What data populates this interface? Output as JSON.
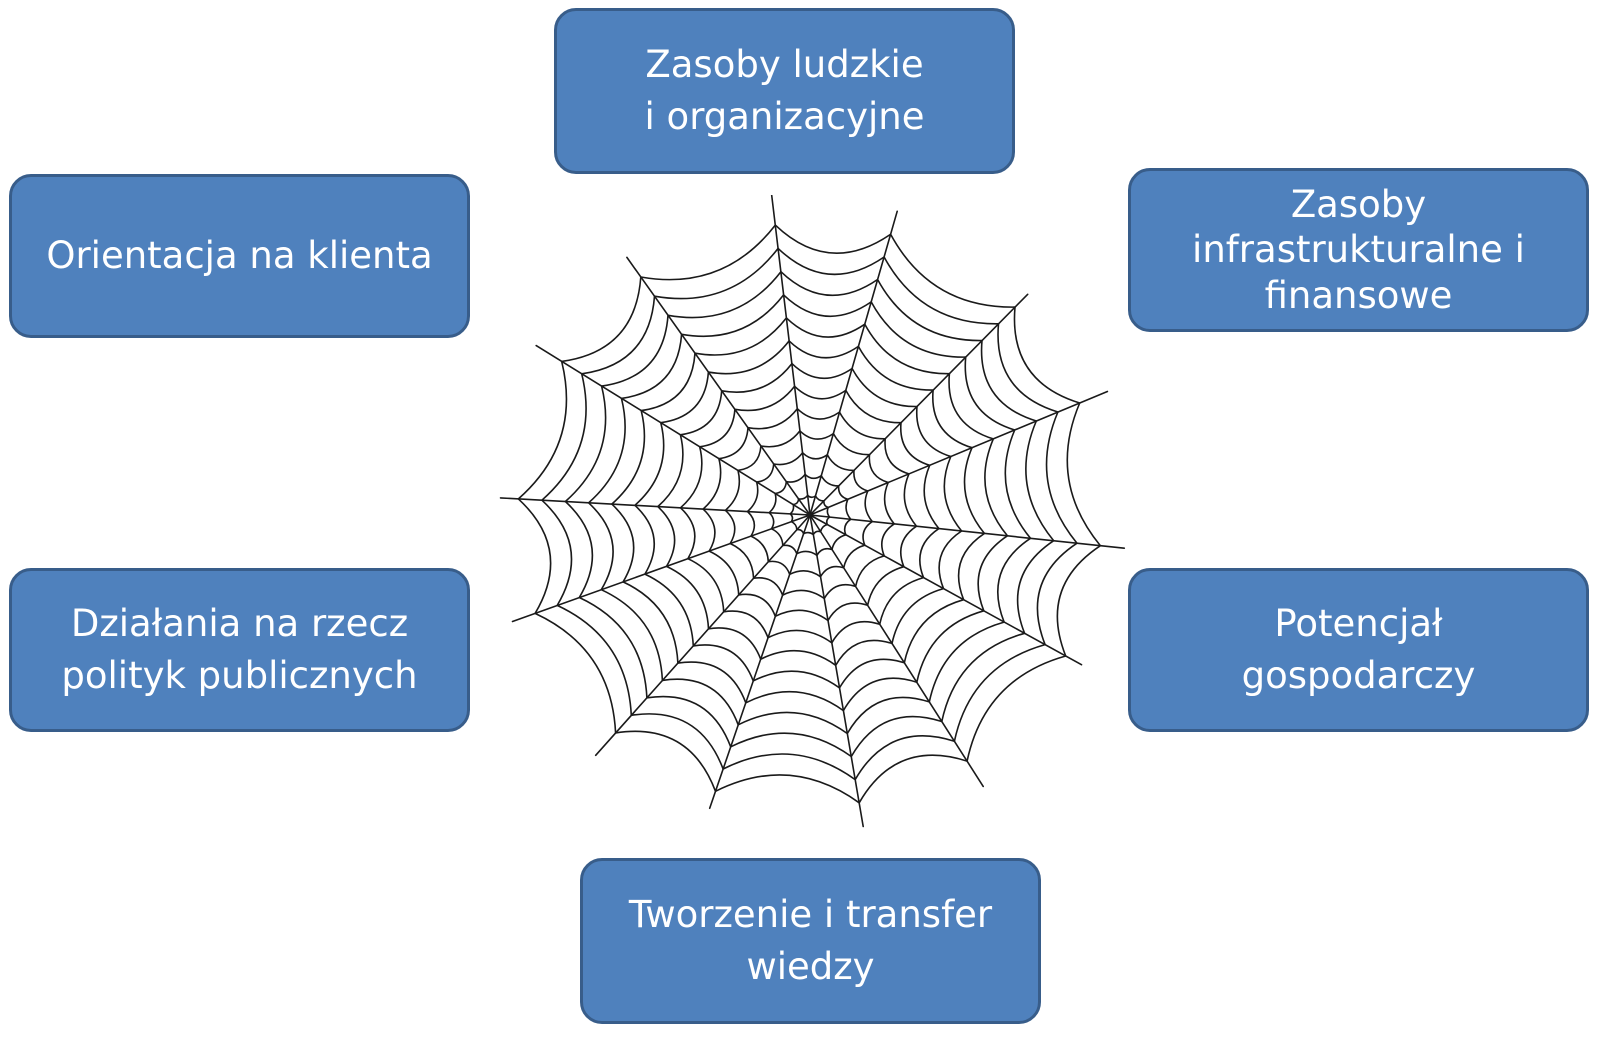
{
  "diagram": {
    "nodes": [
      {
        "id": "top",
        "lines": [
          "Zasoby ludzkie",
          "i organizacyjne"
        ]
      },
      {
        "id": "top-left",
        "lines": [
          "Orientacja na klienta"
        ]
      },
      {
        "id": "top-right",
        "lines": [
          "Zasoby",
          "infrastrukturalne i",
          "finansowe"
        ]
      },
      {
        "id": "bottom-left",
        "lines": [
          "Działania na rzecz",
          "polityk publicznych"
        ]
      },
      {
        "id": "bottom-right",
        "lines": [
          "Potencjał",
          "gospodarczy"
        ]
      },
      {
        "id": "bottom",
        "lines": [
          "Tworzenie i transfer",
          "wiedzy"
        ]
      }
    ],
    "center_image": "spider-web"
  },
  "colors": {
    "node_fill": "#4f81bd",
    "node_border": "#385d8a",
    "node_text": "#ffffff",
    "web_stroke": "#1a1a1a"
  }
}
